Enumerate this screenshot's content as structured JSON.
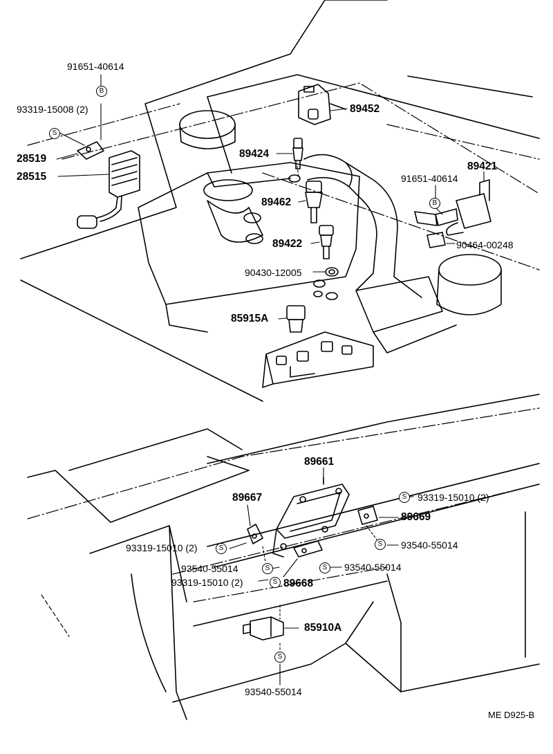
{
  "symbols": {
    "bolt": "B",
    "screw": "S"
  },
  "ref_code": "ME D925-B",
  "top": {
    "p_91651_left": "91651-40614",
    "p_93319_15008": "93319-15008 (2)",
    "p_28519": "28519",
    "p_28515": "28515",
    "p_89424": "89424",
    "p_89452": "89452",
    "p_89462": "89462",
    "p_89422": "89422",
    "p_90430": "90430-12005",
    "p_85915A": "85915A",
    "p_89421": "89421",
    "p_91651_right": "91651-40614",
    "p_90464": "90464-00248"
  },
  "bottom": {
    "p_89661": "89661",
    "p_89667": "89667",
    "p_93319_15010_top": "93319-15010 (2)",
    "p_89669": "89669",
    "p_93319_15010_left": "93319-15010 (2)",
    "p_93540_right": "93540-55014",
    "p_93540_left": "93540-55014",
    "p_93540_mid": "93540-55014",
    "p_93319_15010_low": "93319-15010 (2)",
    "p_89668": "89668",
    "p_85910A": "85910A",
    "p_93540_bottom": "93540-55014"
  }
}
